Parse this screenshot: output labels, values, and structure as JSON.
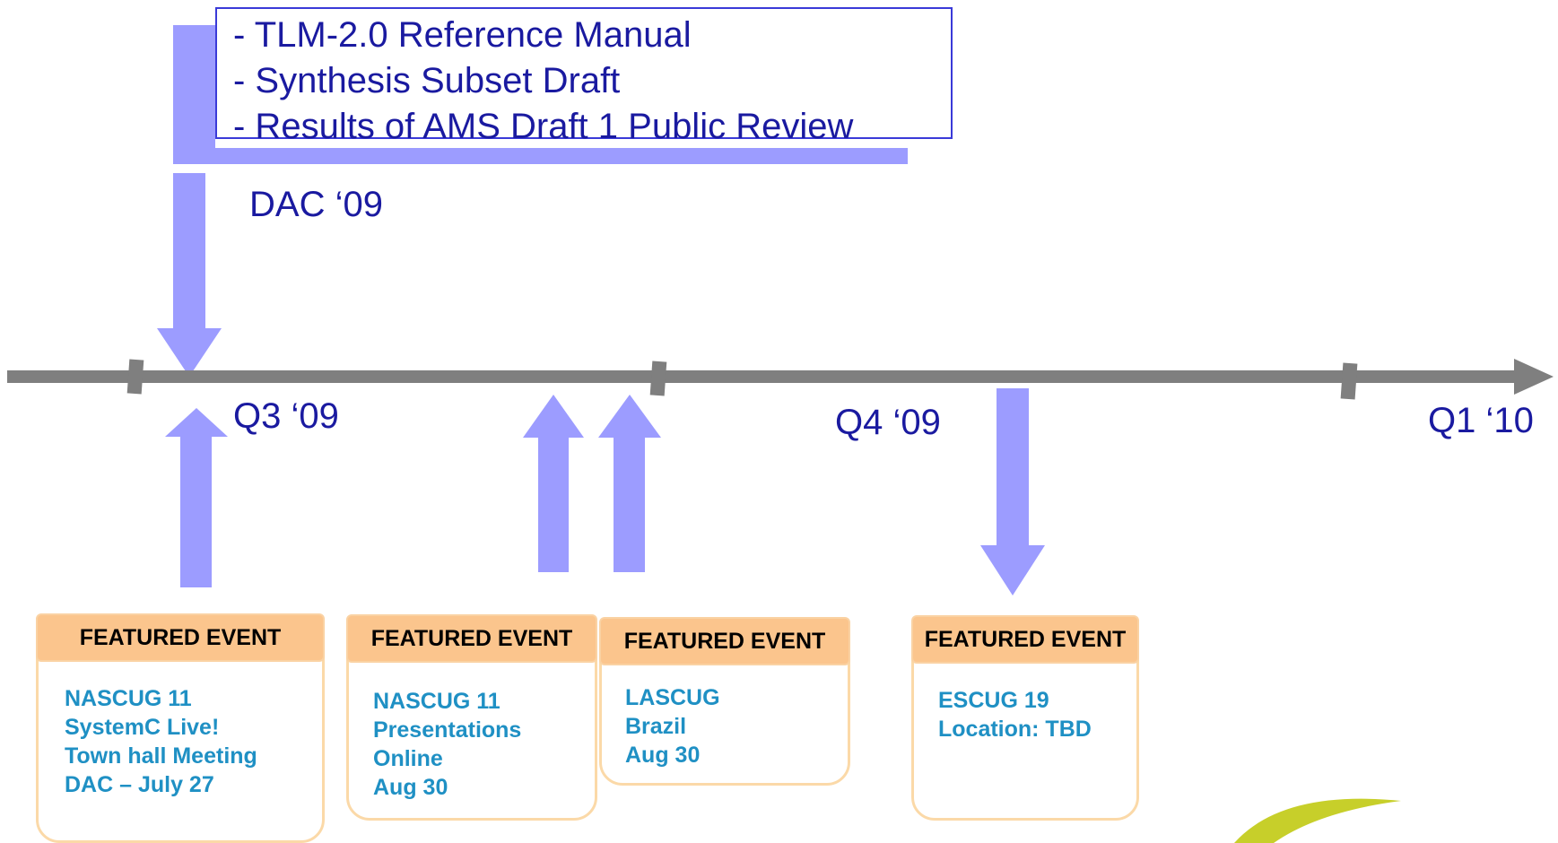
{
  "release_box": {
    "items": [
      "- TLM-2.0 Reference Manual",
      "- Synthesis Subset Draft",
      "- Results of AMS Draft 1 Public Review"
    ]
  },
  "milestone_label": "DAC ‘09",
  "quarters": [
    "Q3 ‘09",
    "Q4 ‘09",
    "Q1 ‘10"
  ],
  "events": [
    {
      "header": "FEATURED EVENT",
      "lines": [
        "NASCUG 11",
        "SystemC Live!",
        "Town hall Meeting",
        "DAC – July 27"
      ]
    },
    {
      "header": "FEATURED EVENT",
      "lines": [
        "NASCUG 11",
        "Presentations",
        "Online",
        "Aug 30"
      ]
    },
    {
      "header": "FEATURED EVENT",
      "lines": [
        "LASCUG",
        "Brazil",
        "Aug 30"
      ]
    },
    {
      "header": "FEATURED EVENT",
      "lines": [
        "ESCUG 19",
        "Location: TBD"
      ]
    }
  ],
  "colors": {
    "arrow": "#9c9cff",
    "timeline": "#7f7f7f",
    "card_header": "#fbc58d",
    "card_border": "#fbd9a8",
    "event_text": "#1f90c4",
    "label_text": "#1a1aa0",
    "logo_swoosh": "#c7cf2a"
  }
}
